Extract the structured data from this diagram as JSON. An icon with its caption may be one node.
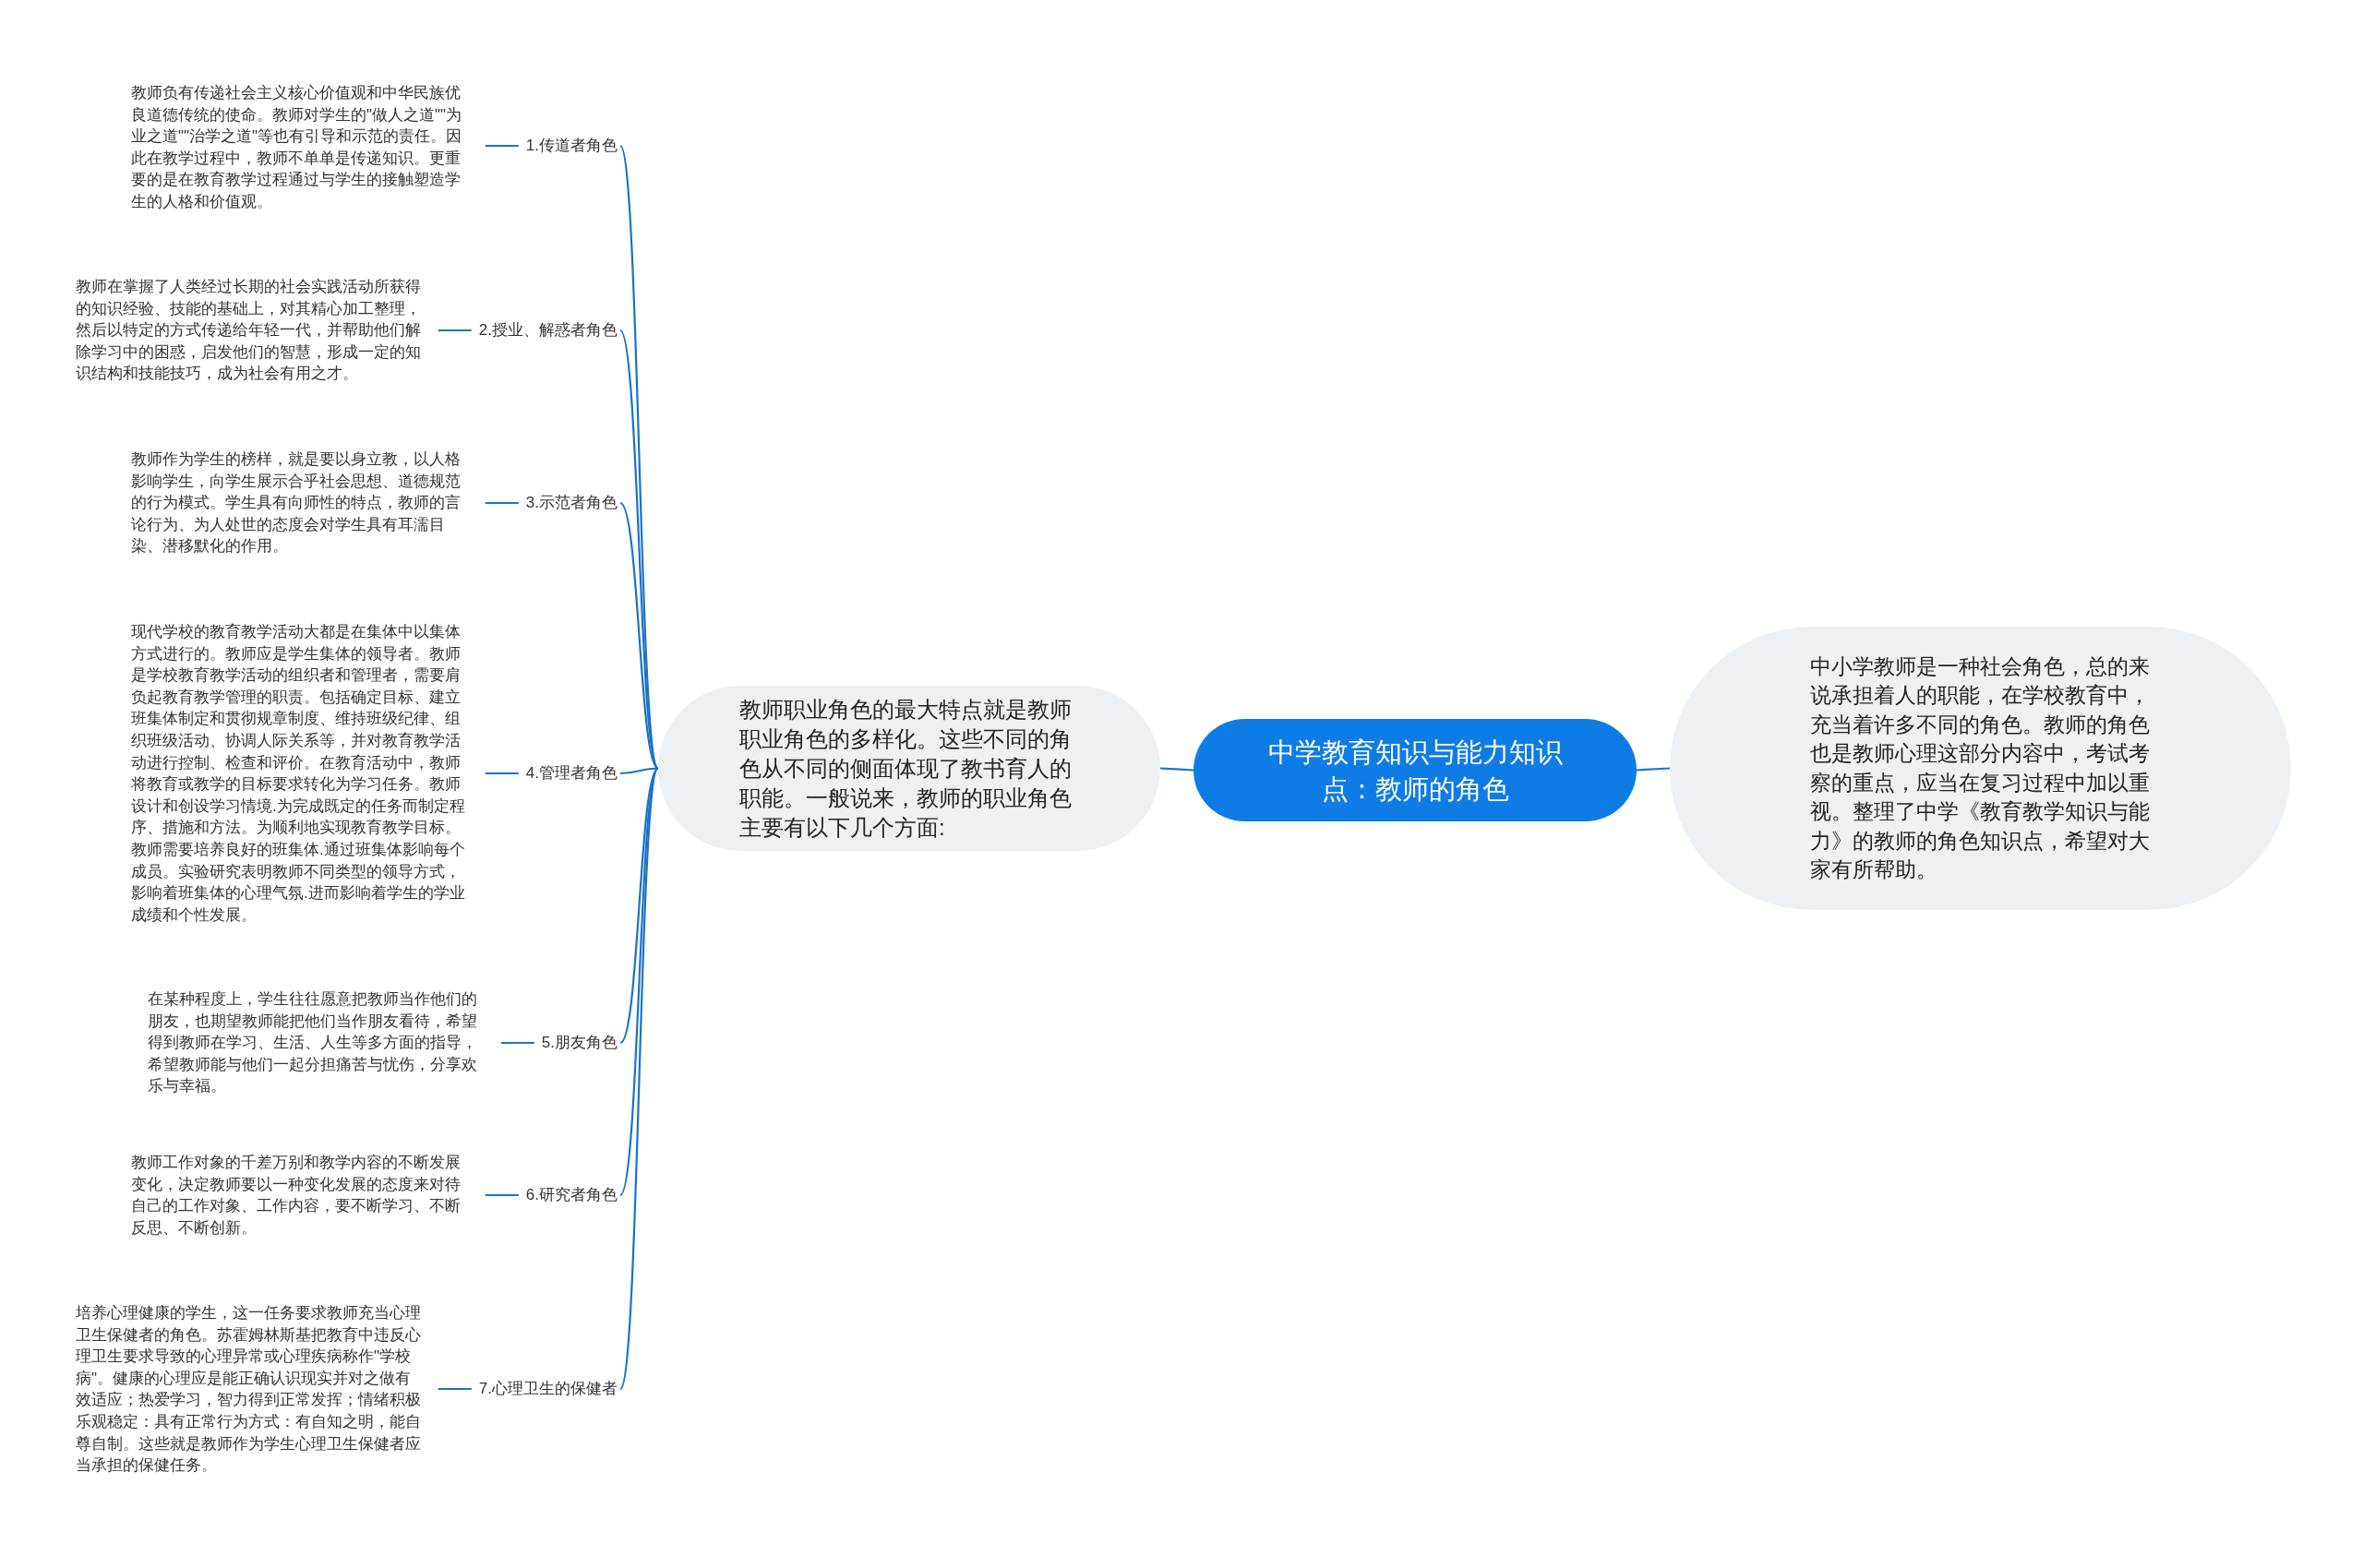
{
  "diagram": {
    "nodes": [
      {
        "text": [
          "中学教育知识与能力知识点：教师的角色"
        ]
      },
      {
        "text": [
          "教师职业角色的最大特点就是教师职业角色的多样化。这些不同的角色从不同的侧面体现了教书育人的职能。一般说来，教师的职业角色主要有以下几个方面:"
        ]
      },
      {
        "text": [
          "中小学教师是一种社会角色，总的来说承担着人的职能，在学校教育中，充当着许多不同的角色。教师的角色也是教师心理这部分内容中，考试考察的重点，应当在复习过程中加以重视。整理了中学《教育教学知识与能力》的教师的角色知识点，希望对大家有所帮助。"
        ]
      },
      {
        "text": [
          "1.传道者角色"
        ]
      },
      {
        "text": [
          "教师负有传递社会主义核心价值观和中华民族优良道德传统的使命。教师对学生的\"做人之道\"\"为业之道\"\"治学之道\"等也有引导和示范的责任。因此在教学过程中，教师不单单是传递知识。更重要的是在教育教学过程通过与学生的接触塑造学生的人格和价值观。"
        ]
      },
      {
        "text": [
          "2.授业、解惑者角色"
        ]
      },
      {
        "text": [
          "教师在掌握了人类经过长期的社会实践活动所获得的知识经验、技能的基础上，对其精心加工整理，然后以特定的方式传递给年轻一代，并帮助他们解除学习中的困惑，启发他们的智慧，形成一定的知识结构和技能技巧，成为社会有用之才。"
        ]
      },
      {
        "text": [
          "3.示范者角色"
        ]
      },
      {
        "text": [
          "教师作为学生的榜样，就是要以身立教，以人格影响学生，向学生展示合乎社会思想、道德规范的行为模式。学生具有向师性的特点，教师的言论行为、为人处世的态度会对学生具有耳濡目染、潜移默化的作用。"
        ]
      },
      {
        "text": [
          "4.管理者角色"
        ]
      },
      {
        "text": [
          "现代学校的教育教学活动大都是在集体中以集体方式进行的。教师应是学生集体的领导者。教师是学校教育教学活动的组织者和管理者，需要肩负起教育教学管理的职责。包括确定目标、建立班集体制定和贯彻规章制度、维持班级纪律、组织班级活动、协调人际关系等，并对教育教学活动进行控制、检查和评价。在教育活动中，教师将教育或教学的目标要求转化为学习任务。教师设计和创设学习情境.为完成既定的任务而制定程序、措施和方法。为顺利地实现教育教学目标。教师需要培养良好的班集体.通过班集体影响每个成员。实验研究表明教师不同类型的领导方式，影响着班集体的心理气氛.进而影响着学生的学业成绩和个性发展。"
        ]
      },
      {
        "text": [
          "5.朋友角色"
        ]
      },
      {
        "text": [
          "在某种程度上，学生往往愿意把教师当作他们的朋友，也期望教师能把他们当作朋友看待，希望得到教师在学习、生活、人生等多方面的指导，希望教师能与他们一起分担痛苦与忧伤，分享欢乐与幸福。"
        ]
      },
      {
        "text": [
          "6.研究者角色"
        ]
      },
      {
        "text": [
          "教师工作对象的千差万别和教学内容的不断发展变化，决定教师要以一种变化发展的态度来对待自己的工作对象、工作内容，要不断学习、不断反思、不断创新。"
        ]
      },
      {
        "text": [
          "7.心理卫生的保健者"
        ]
      },
      {
        "text": [
          "培养心理健康的学生，这一任务要求教师充当心理卫生保健者的角色。苏霍姆林斯基把教育中违反心理卫生要求导致的心理异常或心理疾病称作\"学校病\"。健康的心理应是能正确认识现实并对之做有效适应；热爱学习，智力得到正常发挥；情绪积极乐观稳定：具有正常行为方式：有自知之明，能自尊自制。这些就是教师作为学生心理卫生保健者应当承担的保健任务。"
        ]
      }
    ],
    "edges": [
      {
        "from": 0,
        "to": 1,
        "arrow": "none"
      },
      {
        "from": 0,
        "to": 2,
        "arrow": "none"
      },
      {
        "from": 1,
        "to": 3,
        "arrow": "none"
      },
      {
        "from": 3,
        "to": 4,
        "arrow": "none"
      },
      {
        "from": 1,
        "to": 5,
        "arrow": "none"
      },
      {
        "from": 5,
        "to": 6,
        "arrow": "none"
      },
      {
        "from": 1,
        "to": 7,
        "arrow": "none"
      },
      {
        "from": 7,
        "to": 8,
        "arrow": "none"
      },
      {
        "from": 1,
        "to": 9,
        "arrow": "none"
      },
      {
        "from": 9,
        "to": 10,
        "arrow": "none"
      },
      {
        "from": 1,
        "to": 11,
        "arrow": "none"
      },
      {
        "from": 11,
        "to": 12,
        "arrow": "none"
      },
      {
        "from": 1,
        "to": 13,
        "arrow": "none"
      },
      {
        "from": 13,
        "to": 14,
        "arrow": "none"
      },
      {
        "from": 1,
        "to": 15,
        "arrow": "none"
      },
      {
        "from": 15,
        "to": 16,
        "arrow": "none"
      }
    ]
  }
}
